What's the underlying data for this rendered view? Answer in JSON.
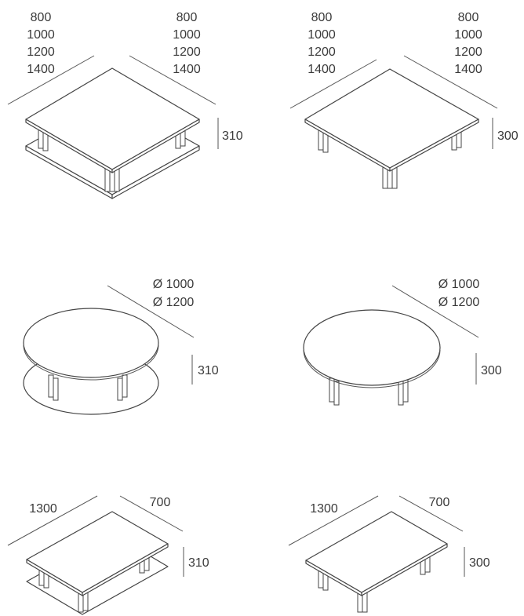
{
  "sq1": {
    "left_dims": [
      "800",
      "1000",
      "1200",
      "1400"
    ],
    "right_dims": [
      "800",
      "1000",
      "1200",
      "1400"
    ],
    "height": "310"
  },
  "sq2": {
    "left_dims": [
      "800",
      "1000",
      "1200",
      "1400"
    ],
    "right_dims": [
      "800",
      "1000",
      "1200",
      "1400"
    ],
    "height": "300"
  },
  "rd1": {
    "diameters": [
      "Ø 1000",
      "Ø 1200"
    ],
    "height": "310"
  },
  "rd2": {
    "diameters": [
      "Ø 1000",
      "Ø 1200"
    ],
    "height": "300"
  },
  "rc1": {
    "length": "1300",
    "width": "700",
    "height": "310"
  },
  "rc2": {
    "length": "1300",
    "width": "700",
    "height": "300"
  }
}
